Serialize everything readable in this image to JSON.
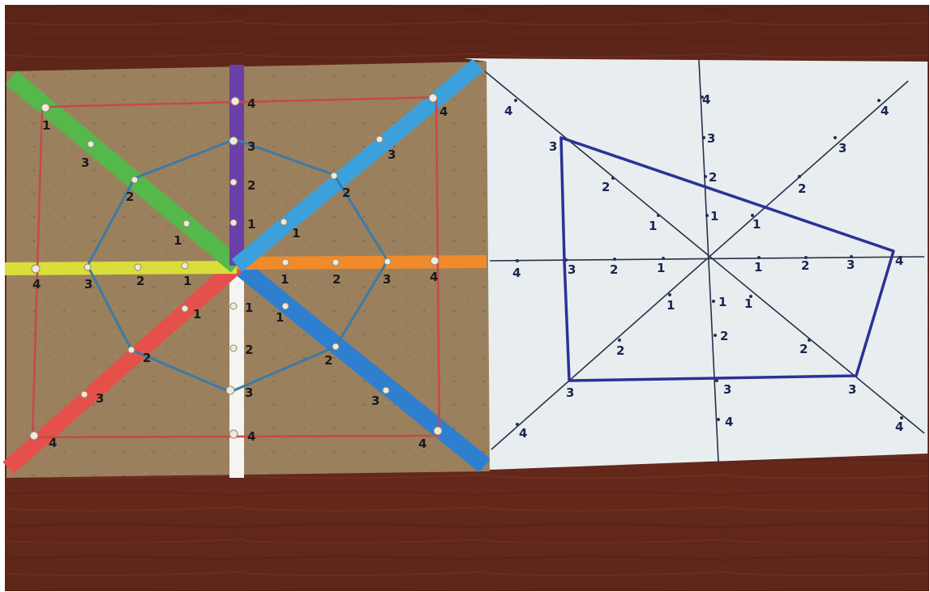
{
  "colors": {
    "table": "#6b2a1c",
    "board": "#9a7f5c",
    "paper": "#e8eef0",
    "stick_green": "#55b84a",
    "stick_purple": "#6a3fa8",
    "stick_lightblue": "#3ba0dc",
    "stick_yellow": "#d9de3a",
    "stick_orange": "#f08a2a",
    "stick_red": "#e5504a",
    "stick_white": "#f4f4f2",
    "stick_blue": "#2f7fd0",
    "band_red": "#c8484a",
    "band_blue": "#3c7aa8",
    "pen_blue": "#2b3296",
    "pen_dark": "#2a2f4a"
  },
  "board": {
    "labels": {
      "n_top_inner": "4",
      "n_top_3": "3",
      "n_top_2": "2",
      "n_top_1": "1",
      "ne_4": "4",
      "ne_3": "3",
      "ne_2": "2",
      "ne_1": "1",
      "nw_1": "1",
      "nw_2": "2",
      "nw_3": "3",
      "nw_4": "1",
      "w_4": "4",
      "w_3": "3",
      "w_2": "2",
      "w_1": "1",
      "e_1": "1",
      "e_2": "2",
      "e_3": "3",
      "e_4": "4",
      "s_1": "1",
      "s_2": "2",
      "s_3": "3",
      "s_4": "4",
      "sw_1": "1",
      "sw_2": "2",
      "sw_3": "3",
      "sw_4": "4",
      "se_1": "1",
      "se_2": "2",
      "se_3": "3",
      "se_4": "4"
    }
  },
  "paper": {
    "labels": {
      "n_4": "4",
      "n_3": "3",
      "n_2": "2",
      "n_1": "1",
      "ne_4": "4",
      "ne_3": "3",
      "ne_2": "2",
      "ne_1": "1",
      "nw_4": "4",
      "nw_3": "3",
      "nw_2": "2",
      "nw_1": "1",
      "w_4": "4",
      "w_3": "3",
      "w_2": "2",
      "w_1": "1",
      "e_1": "1",
      "e_2": "2",
      "e_3": "3",
      "e_4": "4",
      "s_1": "1",
      "s_2": "2",
      "s_3": "3",
      "s_4": "4",
      "sw_1": "1",
      "sw_2": "2",
      "sw_3": "3",
      "sw_4": "4",
      "se_1": "1",
      "se_2": "2",
      "se_3": "3",
      "se_4": "4"
    }
  }
}
